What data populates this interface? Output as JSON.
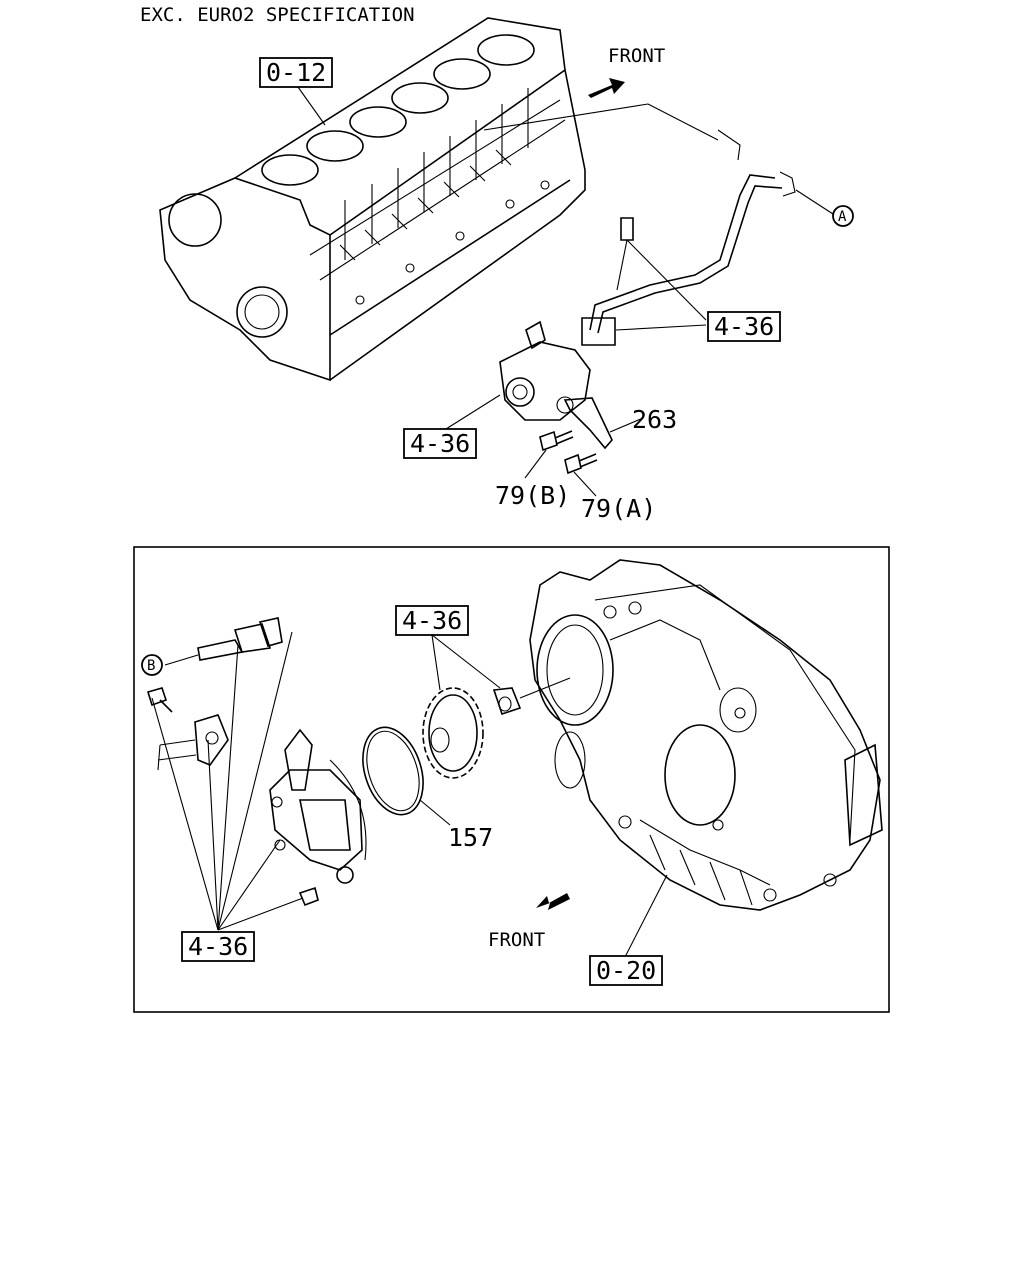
{
  "title": "EXC. EURO2 SPECIFICATION",
  "labels": {
    "block_ref": "0-12",
    "front_top": "FRONT",
    "ref_pipe": "4-36",
    "ref_pump": "4-36",
    "bracket": "263",
    "bolt_b": "79(B)",
    "bolt_a": "79(A)",
    "callout_a": "A",
    "callout_b": "B",
    "ref_gear": "4-36",
    "oring": "157",
    "ref_pump_lower": "4-36",
    "front_bottom": "FRONT",
    "housing_ref": "0-20"
  }
}
